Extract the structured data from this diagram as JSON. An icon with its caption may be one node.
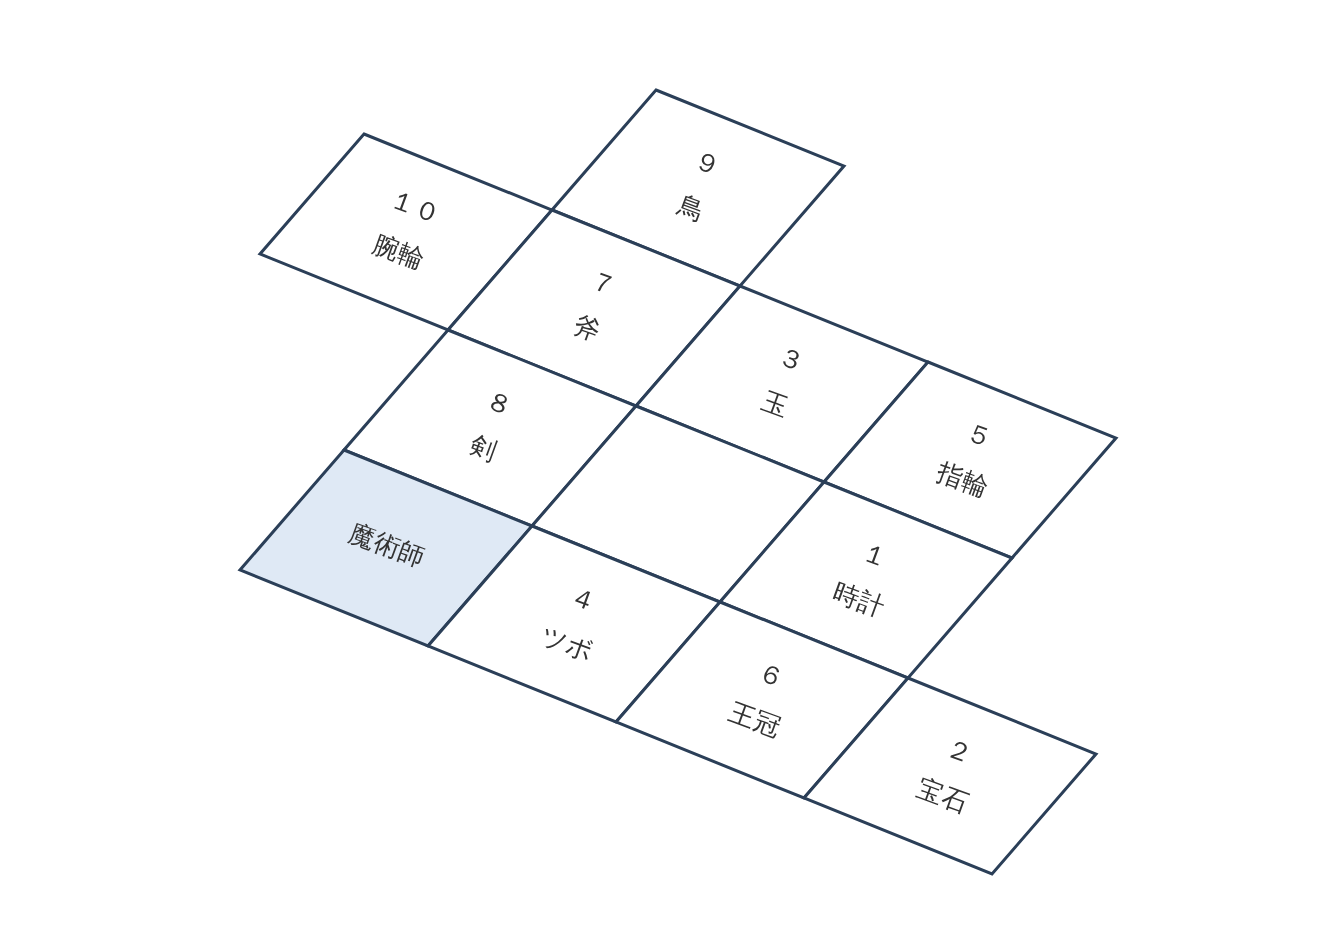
{
  "diagram": {
    "nodes": [
      {
        "text": [
          "９",
          "鳥"
        ]
      },
      {
        "text": [
          "１０",
          "腕輪"
        ]
      },
      {
        "text": [
          "７",
          "斧"
        ]
      },
      {
        "text": [
          "３",
          "玉"
        ]
      },
      {
        "text": [
          "８",
          "剣"
        ]
      },
      {
        "text": [
          "５",
          "指輪"
        ]
      },
      {
        "text": [],
        "shape": "box"
      },
      {
        "text": [
          "魔術師"
        ]
      },
      {
        "text": [
          "１",
          "時計"
        ]
      },
      {
        "text": [
          "４",
          "ツボ"
        ]
      },
      {
        "text": [
          "６",
          "王冠"
        ]
      },
      {
        "text": [
          "２",
          "宝石"
        ]
      }
    ]
  }
}
